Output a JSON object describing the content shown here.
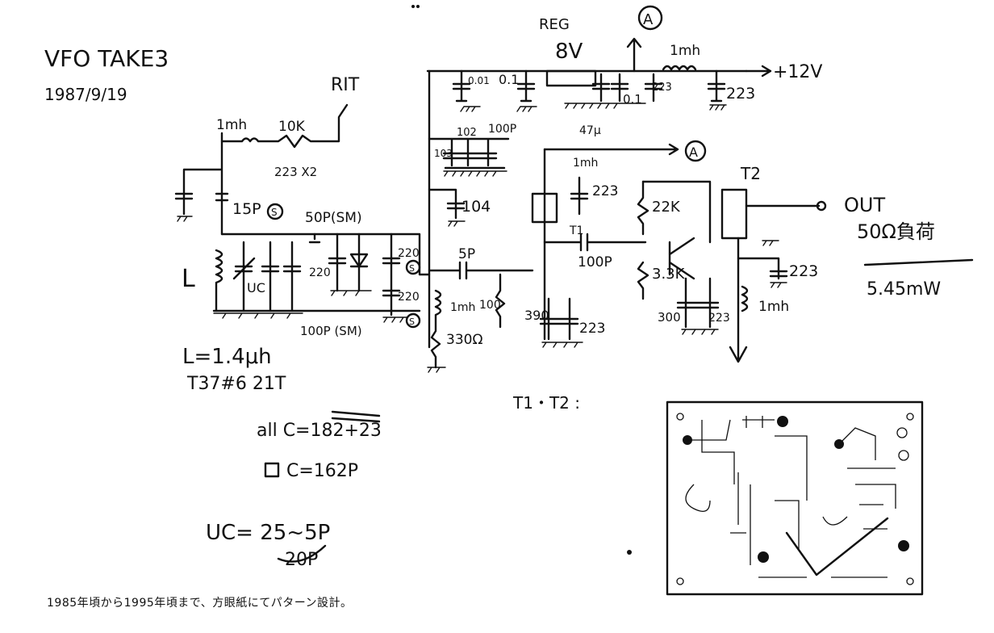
{
  "notes": {
    "title": "VFO TAKE3",
    "date": "1987/9/19",
    "rit": "RIT",
    "reg": "REG",
    "reg_volt": "8V",
    "node_a": "A",
    "supply": "+12V",
    "out": "OUT",
    "load": "50Ω負荷",
    "output_value": "5.45mW",
    "inductor_spec": "L=1.4μh",
    "core_spec": "T37#6 21T",
    "all_c": "all C=182+23",
    "c_spec": "C=162P",
    "uc_spec": "UC= 25~5P",
    "uc_range": "20P",
    "transformers": "T1・T2 :",
    "t1": "T1",
    "t2": "T2"
  },
  "components": {
    "l1": "1mh",
    "r1": "10K",
    "c_pair": "223 X2",
    "c_15p": "15P",
    "s1": "S",
    "c_50p": "50P(SM)",
    "s2": "S",
    "s3": "S",
    "l_tank": "L",
    "uc": "UC",
    "c_220_a": "220",
    "c_220_b": "220",
    "c_220_c": "220",
    "c_100p_sm": "100P (SM)",
    "c_001": "0.01",
    "c_01": "0.1",
    "c_223_top": "223",
    "c_223_top2": "223",
    "c_01_reg": "0.1",
    "l_top": "1mh",
    "c_102": "102",
    "c_100p_top": "100P",
    "c_103": "103",
    "l_47u": "47μ",
    "l_1mh_mid": "1mh",
    "c_104": "104",
    "c_5p": "5P",
    "l_1mh_src": "1mh",
    "r_100": "100",
    "r_330": "330Ω",
    "c_223_t1": "223",
    "c_100p_mid": "100P",
    "r_390": "390",
    "c_223_low": "223",
    "r_22k": "22K",
    "r_33k": "3.3K",
    "r_300": "300",
    "c_223_emit": "223",
    "c_223_out": "223",
    "l_1mh_out": "1mh"
  },
  "caption": "1985年頃から1995年頃まで、方眼紙にてパターン設計。",
  "colors": {
    "ink": "#111111",
    "paper": "#ffffff"
  }
}
